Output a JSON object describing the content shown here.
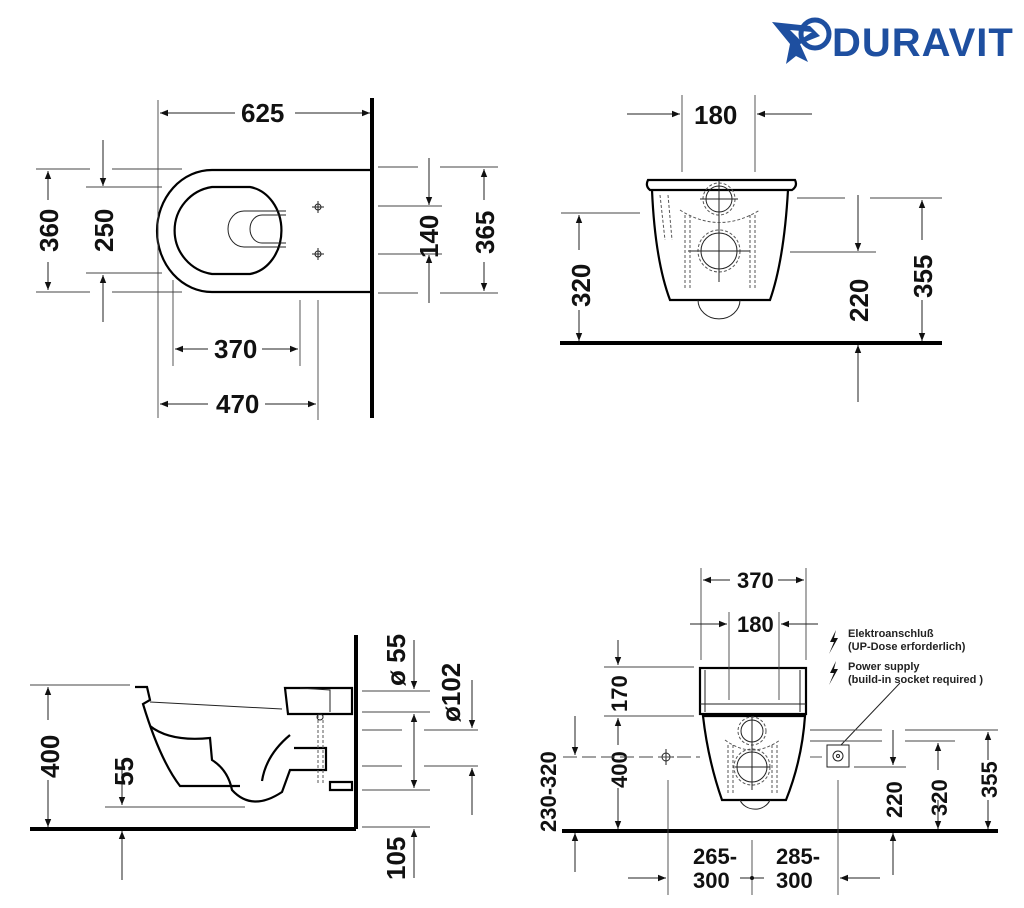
{
  "brand": {
    "name": "DURAVIT",
    "color": "#1e4fa0"
  },
  "views": {
    "top": {
      "dims": {
        "overall_length": "625",
        "width_outer": "360",
        "width_inner": "250",
        "bowl_length": "370",
        "fix_length": "470",
        "fix_spacing": "140",
        "fix_total": "365"
      }
    },
    "front": {
      "dims": {
        "fix_width": "180",
        "height_320": "320",
        "height_220": "220",
        "height_355": "355"
      }
    },
    "side": {
      "dims": {
        "height_400": "400",
        "depth_55": "55",
        "dia_55": "ø 55",
        "dia_102": "ø102",
        "gap_105": "105"
      }
    },
    "front_seat": {
      "dims": {
        "width_370": "370",
        "width_180": "180",
        "seat_170": "170",
        "height_400": "400",
        "range": "230-320",
        "h220": "220",
        "h320": "320",
        "h355": "355",
        "left_offset_1": "265-",
        "left_offset_2": "300",
        "right_offset_1": "285-",
        "right_offset_2": "300"
      },
      "notes": {
        "de_line1": "Elektroanschluß",
        "de_line2": "(UP-Dose erforderlich)",
        "en_line1": "Power supply",
        "en_line2": "(build-in socket required )"
      }
    }
  }
}
